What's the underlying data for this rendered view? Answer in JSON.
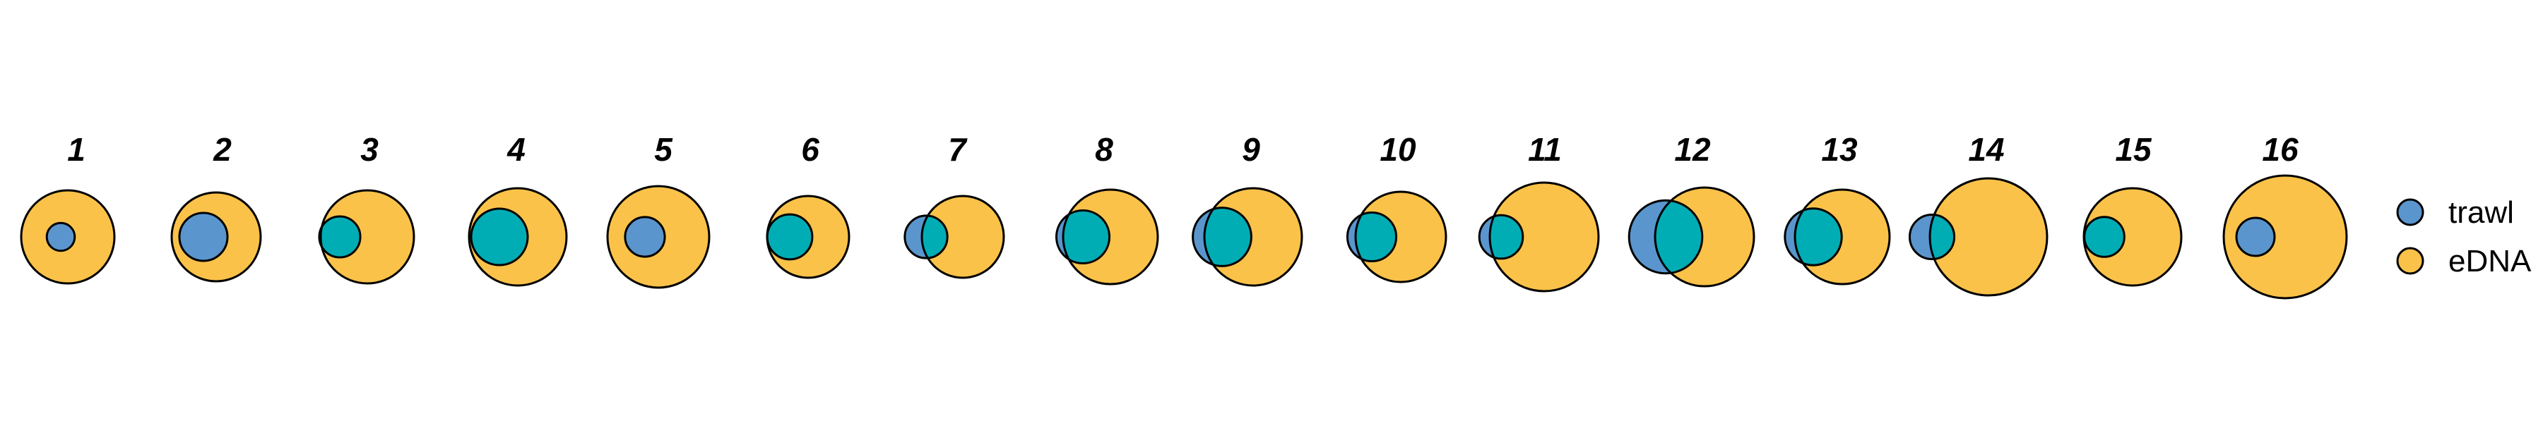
{
  "figure": {
    "colors": {
      "trawl": "#5A96CD",
      "edna": "#FAC249",
      "overlap": "#00ADB5",
      "outline": "#000000"
    },
    "legend": [
      {
        "key": "trawl",
        "label": "trawl"
      },
      {
        "key": "edna",
        "label": "eDNA"
      }
    ],
    "panels": [
      {
        "label": "1",
        "trawl_size": 0.3,
        "edna_size": 1.0,
        "overlap": "contained"
      },
      {
        "label": "2",
        "trawl_size": 0.54,
        "edna_size": 1.0,
        "overlap": "contained"
      },
      {
        "label": "3",
        "trawl_size": 0.44,
        "edna_size": 1.0,
        "overlap": "partial"
      },
      {
        "label": "4",
        "trawl_size": 0.58,
        "edna_size": 1.0,
        "overlap": "partial"
      },
      {
        "label": "5",
        "trawl_size": 0.39,
        "edna_size": 1.0,
        "overlap": "contained"
      },
      {
        "label": "6",
        "trawl_size": 0.55,
        "edna_size": 1.0,
        "overlap": "partial"
      },
      {
        "label": "7",
        "trawl_size": 0.52,
        "edna_size": 1.0,
        "overlap": "partial"
      },
      {
        "label": "8",
        "trawl_size": 0.56,
        "edna_size": 1.0,
        "overlap": "partial"
      },
      {
        "label": "9",
        "trawl_size": 0.6,
        "edna_size": 1.0,
        "overlap": "partial"
      },
      {
        "label": "10",
        "trawl_size": 0.54,
        "edna_size": 1.0,
        "overlap": "partial"
      },
      {
        "label": "11",
        "trawl_size": 0.4,
        "edna_size": 1.0,
        "overlap": "partial"
      },
      {
        "label": "12",
        "trawl_size": 0.74,
        "edna_size": 1.0,
        "overlap": "partial"
      },
      {
        "label": "13",
        "trawl_size": 0.6,
        "edna_size": 1.0,
        "overlap": "partial"
      },
      {
        "label": "14",
        "trawl_size": 0.38,
        "edna_size": 1.0,
        "overlap": "partial"
      },
      {
        "label": "15",
        "trawl_size": 0.41,
        "edna_size": 1.0,
        "overlap": "partial"
      },
      {
        "label": "16",
        "trawl_size": 0.31,
        "edna_size": 1.0,
        "overlap": "contained"
      }
    ]
  }
}
